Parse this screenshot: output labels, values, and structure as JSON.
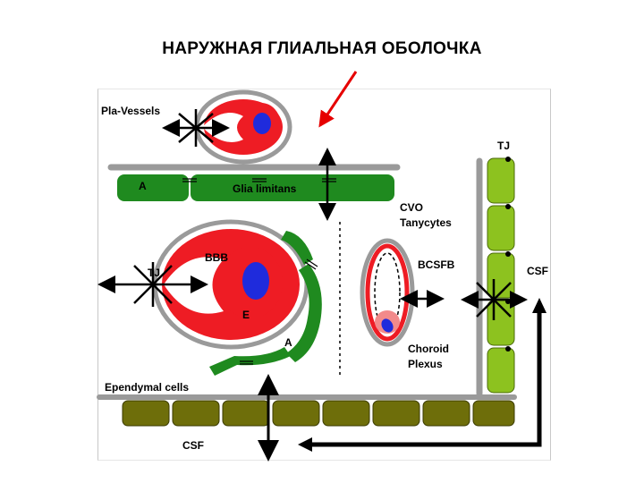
{
  "title": "НАРУЖНАЯ ГЛИАЛЬНАЯ ОБОЛОЧКА",
  "labels": {
    "pla_vessels": "Pla-Vessels",
    "tj": "TJ",
    "a_top": "A",
    "glia_limitans": "Glia limitans",
    "cvo": "CVO",
    "tanycytes": "Tanycytes",
    "bbb": "BBB",
    "bcsfb": "BCSFB",
    "csf_right": "CSF",
    "tj_left": "TJ",
    "e": "E",
    "a_bottom": "A",
    "choroid": "Choroid",
    "plexus": "Plexus",
    "ependymal_cells": "Ependymal cells",
    "csf_bottom": "CSF"
  },
  "colors": {
    "endothelium_red": "#ee1c24",
    "nucleus_blue": "#1f2bdc",
    "membrane_gray": "#9a9a9a",
    "glia_green": "#1f8a1f",
    "tanycyte_lime": "#8dc21f",
    "ependymal_olive": "#6e6e0a",
    "pointer_red": "#e60000",
    "choroid_pink": "#f28a8a"
  }
}
